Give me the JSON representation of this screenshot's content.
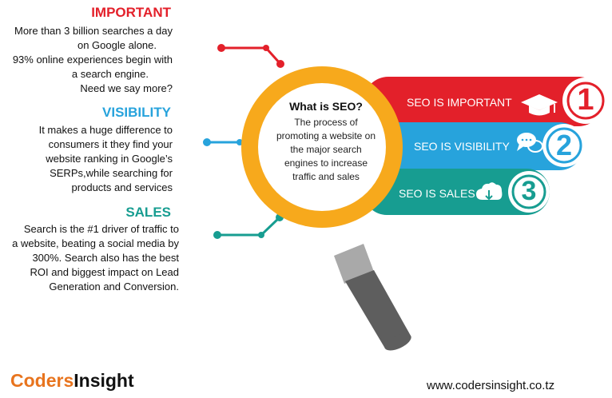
{
  "sections": [
    {
      "heading": "IMPORTANT",
      "color": "#e3202a",
      "lines": [
        "More than 3 billion searches a day",
        "on Google alone.",
        "93% online experiences begin with",
        "a search engine.",
        "Need we say more?"
      ]
    },
    {
      "heading": "VISIBILITY",
      "color": "#27a3dc",
      "lines": [
        "It makes a huge difference to",
        "consumers it they find your",
        "website ranking in Google’s",
        "SERPs,while searching for",
        "products and services"
      ]
    },
    {
      "heading": "SALES",
      "color": "#179d91",
      "lines": [
        "Search is the #1 driver of traffic to",
        "a website, beating a social media by",
        "300%. Search also has the best",
        "ROI and biggest impact on Lead",
        "Generation and Conversion."
      ]
    }
  ],
  "lens": {
    "title": "What is SEO?",
    "lines": [
      "The process of",
      "promoting a website on",
      "the major search",
      "engines to increase",
      "traffic and sales"
    ]
  },
  "banners": [
    {
      "label": "SEO IS IMPORTANT",
      "number": "1",
      "color": "#e3202a",
      "icon": "graduation-cap-icon"
    },
    {
      "label": "SEO IS VISIBILITY",
      "number": "2",
      "color": "#27a3dc",
      "icon": "chat-bubbles-icon"
    },
    {
      "label": "SEO IS SALES",
      "number": "3",
      "color": "#179d91",
      "icon": "cloud-download-icon"
    }
  ],
  "footer": {
    "logo_part1": "Coders",
    "logo_part2": "Insight",
    "url": "www.codersinsight.co.tz"
  },
  "colors": {
    "ring": "#f7a91c",
    "handle_grey": "#5e5e5e",
    "handle_light": "#a9a9a9",
    "logo_orange": "#e8741e"
  }
}
